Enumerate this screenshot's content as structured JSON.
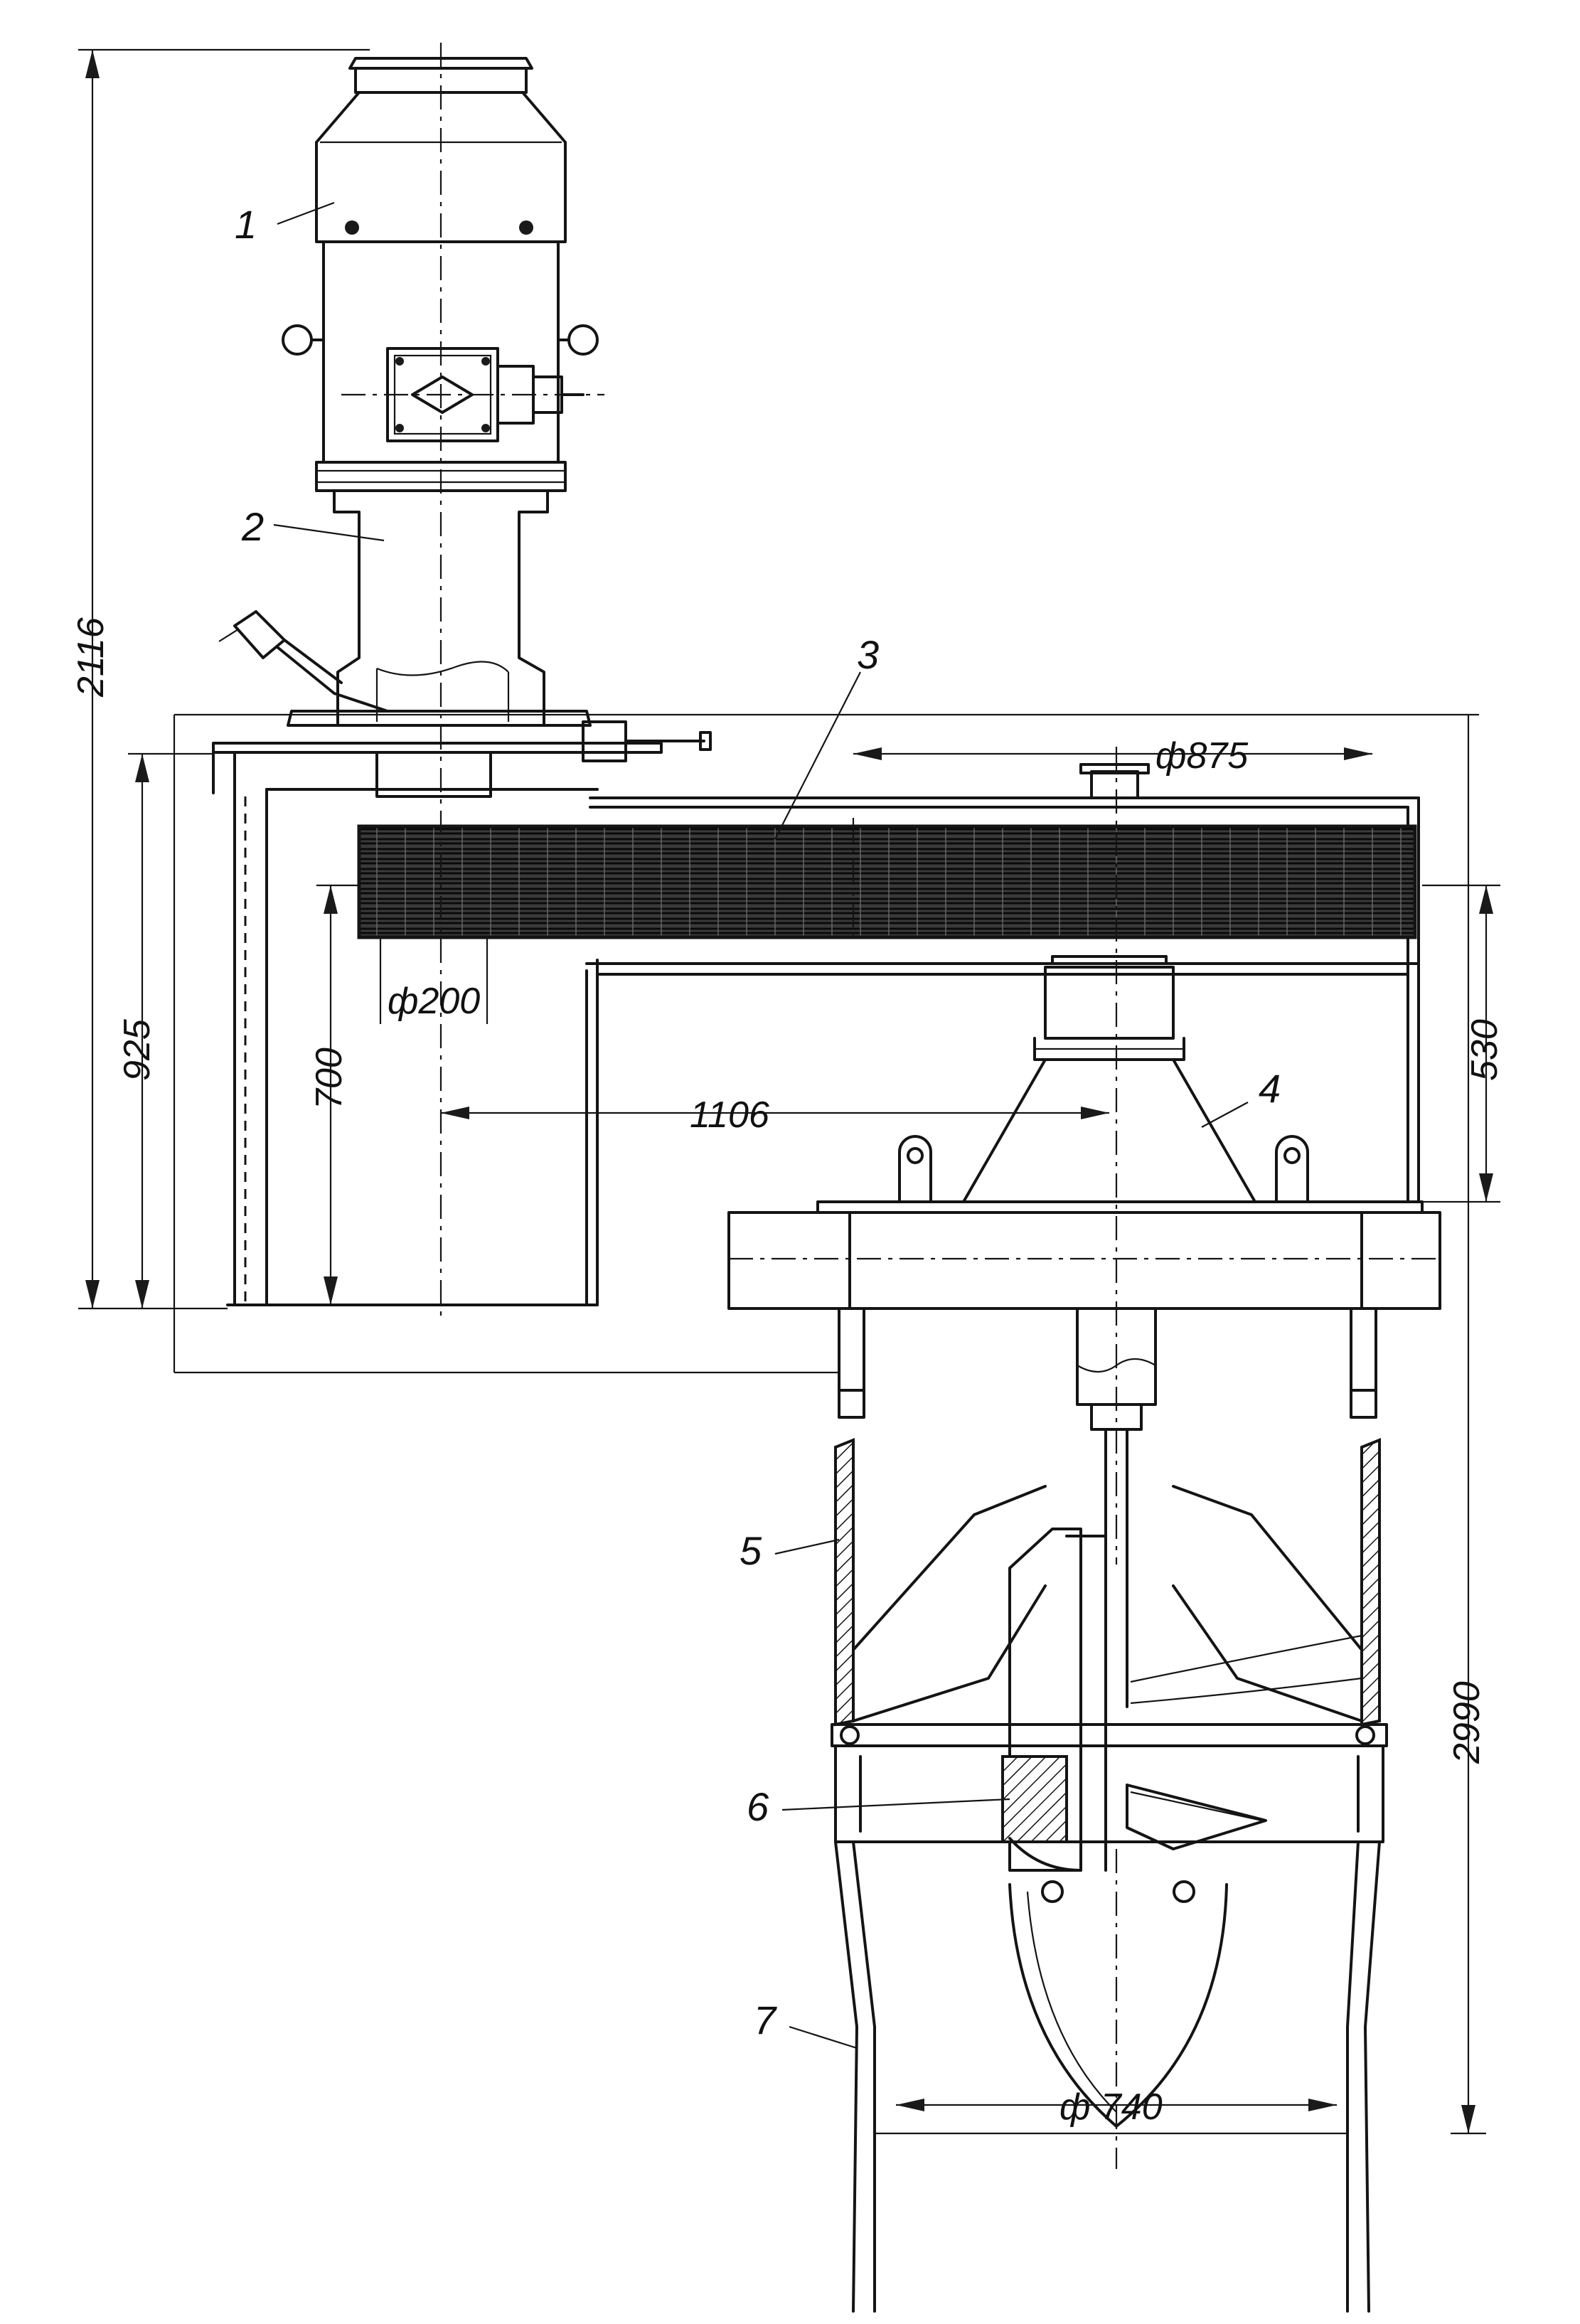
{
  "labels": {
    "motor": "1",
    "shaft_housing": "2",
    "heater_coil": "3",
    "gear_cone": "4",
    "guide_tube": "5",
    "impeller": "6",
    "outlet_tube": "7"
  },
  "dimensions": {
    "total_height": "2116",
    "lower_height": "925",
    "inner_height": "700",
    "coil_diameter": "ф875",
    "shaft_diameter": "ф200",
    "center_distance": "1106",
    "right_height": "530",
    "overall_height": "2990",
    "tube_diameter": "ф 740"
  }
}
